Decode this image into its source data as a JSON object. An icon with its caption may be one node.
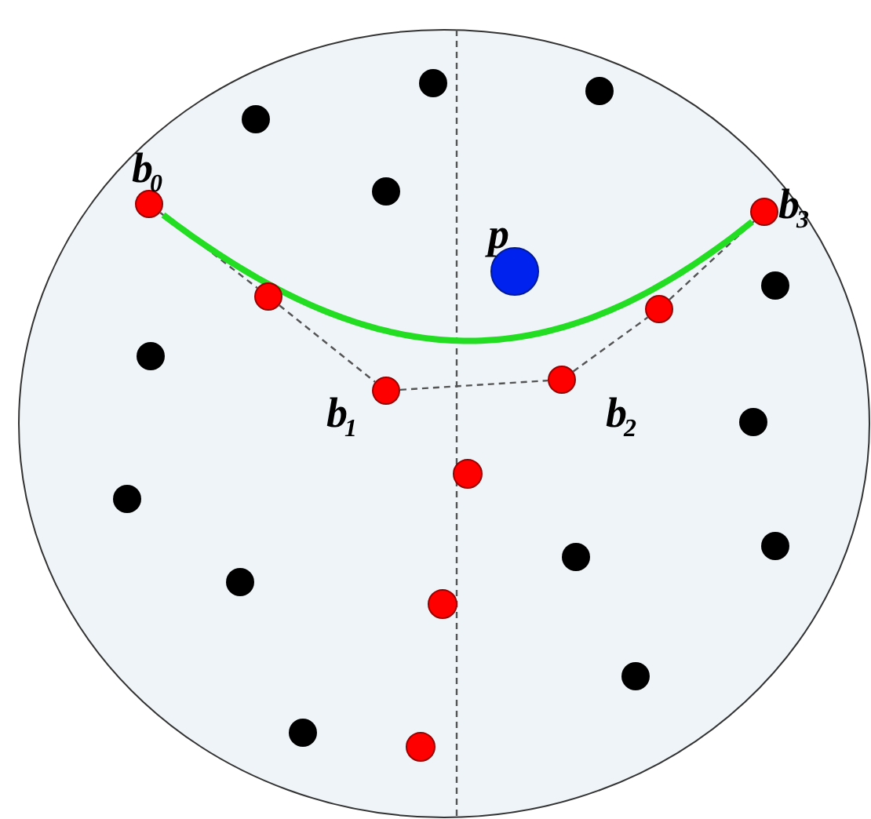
{
  "diagram": {
    "nodes": [
      {
        "text": [],
        "shape": "circle",
        "beside": [
          "b$_{0}$"
        ]
      },
      {
        "text": [],
        "shape": "circle"
      },
      {
        "text": [],
        "shape": "circle",
        "beside": [
          "b$_{1}$"
        ]
      },
      {
        "text": [],
        "shape": "circle",
        "beside": [
          "b$_{2}$"
        ]
      },
      {
        "text": [],
        "shape": "circle"
      },
      {
        "text": [],
        "shape": "circle",
        "beside": [
          "b$_{3}$"
        ]
      }
    ],
    "edges": [
      {
        "from": 0,
        "to": 1,
        "arrow": "none",
        "style": "dashed"
      },
      {
        "from": 1,
        "to": 2,
        "arrow": "none",
        "style": "dashed"
      },
      {
        "from": 2,
        "to": 3,
        "arrow": "none",
        "style": "dashed"
      },
      {
        "from": 3,
        "to": 4,
        "arrow": "none",
        "style": "dashed"
      },
      {
        "from": 4,
        "to": 5,
        "arrow": "none",
        "style": "dashed"
      },
      {
        "from": 0,
        "to": 5,
        "arrow": "none",
        "style": "thick",
        "color": "#22dd22"
      }
    ],
    "labels": [
      "p"
    ]
  }
}
